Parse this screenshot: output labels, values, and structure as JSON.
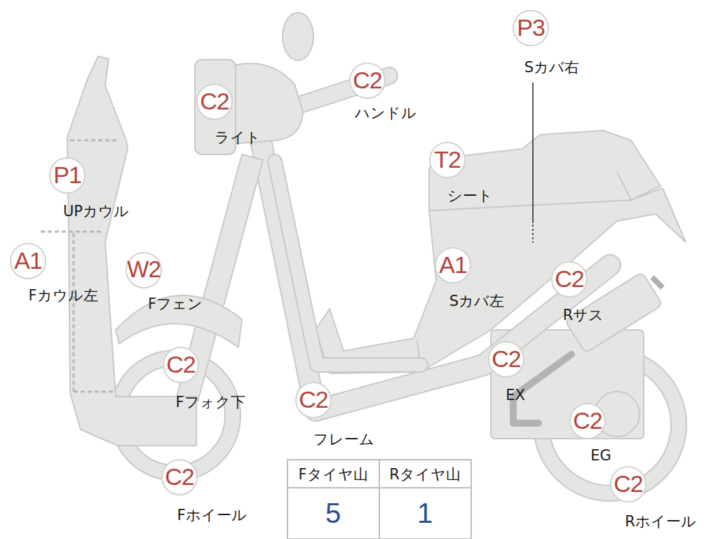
{
  "diagram": {
    "nodes": [
      {
        "text": [
          "P3",
          "Sカバ右"
        ]
      },
      {
        "text": [
          "C2",
          "ハンドル"
        ]
      },
      {
        "text": [
          "C2",
          "ライト"
        ]
      },
      {
        "text": [
          "T2",
          "シート"
        ]
      },
      {
        "text": [
          "P1",
          "UPカウル"
        ]
      },
      {
        "text": [
          "A1",
          "Fカウル左"
        ]
      },
      {
        "text": [
          "A1",
          "Sカバ左"
        ]
      },
      {
        "text": [
          "W2",
          "Fフェン"
        ]
      },
      {
        "text": [
          "C2",
          "Rサス"
        ]
      },
      {
        "text": [
          "C2",
          "Fフォク下"
        ]
      },
      {
        "text": [
          "C2",
          "EX"
        ]
      },
      {
        "text": [
          "C2",
          "フレーム"
        ]
      },
      {
        "text": [
          "C2",
          "EG"
        ]
      },
      {
        "text": [
          "C2",
          "Fホイール"
        ]
      },
      {
        "text": [
          "C2",
          "Rホイール"
        ]
      }
    ],
    "edges": [],
    "labels": [
      "Fタイヤ山",
      "Rタイヤ山",
      "5",
      "1"
    ]
  }
}
